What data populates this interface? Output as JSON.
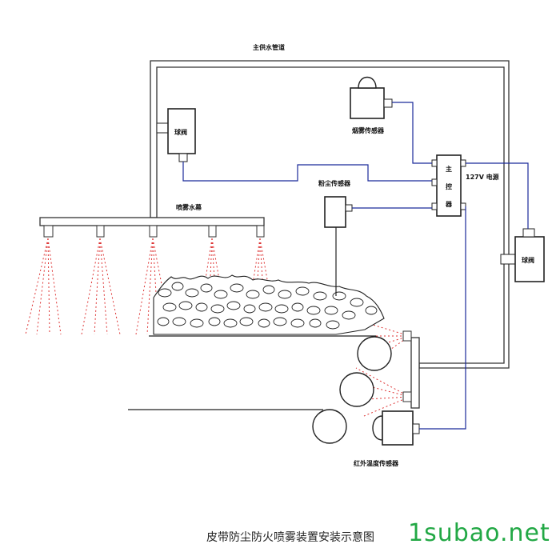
{
  "labels": {
    "main_pipe": "主供水管道",
    "valve_top": "球阀",
    "valve_right": "球阀",
    "smoke_sensor": "烟雾传感器",
    "spray_pipe": "喷雾水幕",
    "dust_sensor": "粉尘传感器",
    "main_controller": "主控器",
    "power": "127V 电源",
    "ir_sensor": "红外温度传感器"
  },
  "caption": "皮带防尘防火喷雾装置安装示意图",
  "watermark": "1subao.net",
  "colors": {
    "signal_wire": "#1a2a9a",
    "spray": "#dd3333",
    "watermark": "#22a845"
  }
}
